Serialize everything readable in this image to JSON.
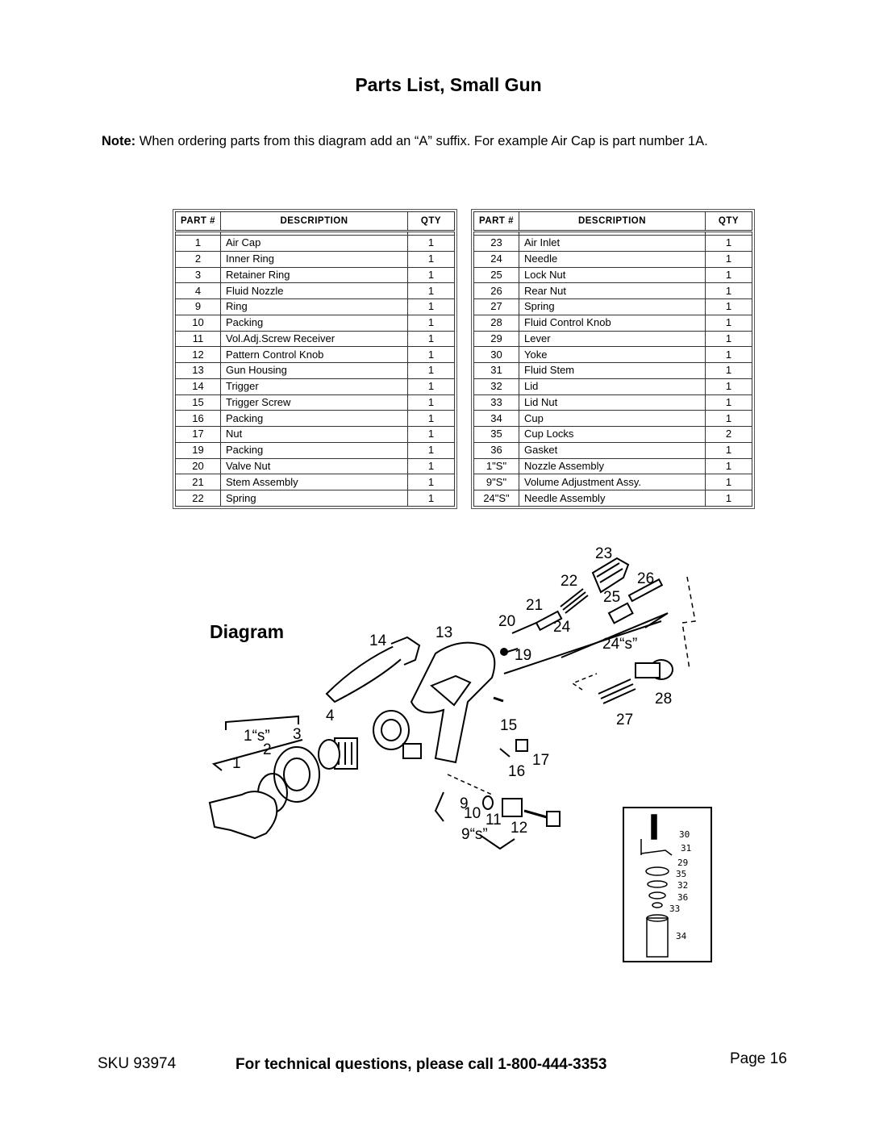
{
  "title": "Parts List, Small Gun",
  "note": {
    "label": "Note:",
    "text": " When ordering parts from this diagram add an “A” suffix.  For example Air Cap is part number 1A."
  },
  "table_headers": {
    "part": "PART #",
    "description": "DESCRIPTION",
    "qty": "QTY"
  },
  "parts_left": [
    {
      "part": "1",
      "description": "Air Cap",
      "qty": "1"
    },
    {
      "part": "2",
      "description": "Inner Ring",
      "qty": "1"
    },
    {
      "part": "3",
      "description": "Retainer Ring",
      "qty": "1"
    },
    {
      "part": "4",
      "description": "Fluid Nozzle",
      "qty": "1"
    },
    {
      "part": "9",
      "description": "Ring",
      "qty": "1"
    },
    {
      "part": "10",
      "description": "Packing",
      "qty": "1"
    },
    {
      "part": "11",
      "description": "Vol.Adj.Screw Receiver",
      "qty": "1"
    },
    {
      "part": "12",
      "description": "Pattern Control Knob",
      "qty": "1"
    },
    {
      "part": "13",
      "description": "Gun Housing",
      "qty": "1"
    },
    {
      "part": "14",
      "description": "Trigger",
      "qty": "1"
    },
    {
      "part": "15",
      "description": "Trigger Screw",
      "qty": "1"
    },
    {
      "part": "16",
      "description": "Packing",
      "qty": "1"
    },
    {
      "part": "17",
      "description": "Nut",
      "qty": "1"
    },
    {
      "part": "19",
      "description": "Packing",
      "qty": "1"
    },
    {
      "part": "20",
      "description": "Valve Nut",
      "qty": "1"
    },
    {
      "part": "21",
      "description": "Stem  Assembly",
      "qty": "1"
    },
    {
      "part": "22",
      "description": "Spring",
      "qty": "1"
    }
  ],
  "parts_right": [
    {
      "part": "23",
      "description": "Air Inlet",
      "qty": "1"
    },
    {
      "part": "24",
      "description": "Needle",
      "qty": "1"
    },
    {
      "part": "25",
      "description": "Lock Nut",
      "qty": "1"
    },
    {
      "part": "26",
      "description": "Rear Nut",
      "qty": "1"
    },
    {
      "part": "27",
      "description": "Spring",
      "qty": "1"
    },
    {
      "part": "28",
      "description": "Fluid Control Knob",
      "qty": "1"
    },
    {
      "part": "29",
      "description": "Lever",
      "qty": "1"
    },
    {
      "part": "30",
      "description": "Yoke",
      "qty": "1"
    },
    {
      "part": "31",
      "description": "Fluid Stem",
      "qty": "1"
    },
    {
      "part": "32",
      "description": "Lid",
      "qty": "1"
    },
    {
      "part": "33",
      "description": "Lid Nut",
      "qty": "1"
    },
    {
      "part": "34",
      "description": "Cup",
      "qty": "1"
    },
    {
      "part": "35",
      "description": "Cup Locks",
      "qty": "2"
    },
    {
      "part": "36",
      "description": "Gasket",
      "qty": "1"
    },
    {
      "part": "1\"S\"",
      "description": "Nozzle Assembly",
      "qty": "1"
    },
    {
      "part": "9\"S\"",
      "description": "Volume Adjustment Assy.",
      "qty": "1"
    },
    {
      "part": "24\"S\"",
      "description": "Needle Assembly",
      "qty": "1"
    }
  ],
  "diagram": {
    "heading": "Diagram",
    "callouts": [
      "23",
      "22",
      "26",
      "21",
      "25",
      "20",
      "24",
      "19",
      "24“s”",
      "14",
      "13",
      "28",
      "27",
      "15",
      "1“s”",
      "3",
      "4",
      "2",
      "17",
      "16",
      "1",
      "9",
      "10",
      "11",
      "12",
      "9“s”"
    ],
    "inset_callouts": [
      "30",
      "31",
      "29",
      "35",
      "32",
      "36",
      "33",
      "34"
    ]
  },
  "footer": {
    "sku": "SKU 93974",
    "tech": "For technical questions, please call 1-800-444-3353",
    "page": "Page 16"
  }
}
